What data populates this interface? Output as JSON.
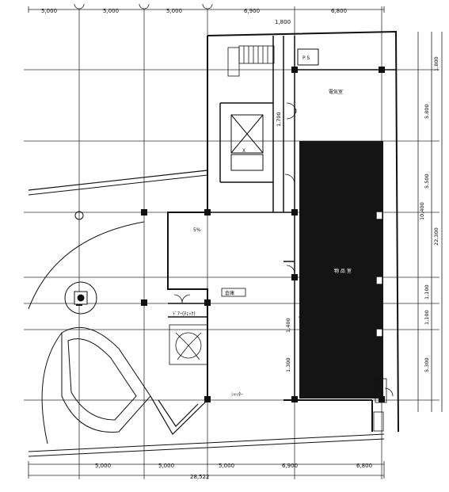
{
  "dimensions": {
    "top": [
      "5,000",
      "5,000",
      "5,000",
      "6,900",
      "6,800"
    ],
    "bottom": [
      "5,000",
      "5,000",
      "5,000",
      "6,900",
      "6,800"
    ],
    "bottom_total": "28,522",
    "top_small": "1,800",
    "right_outer": [
      "1,800",
      "5,800",
      "5,500",
      "1,100",
      "1,100",
      "5,300"
    ],
    "right_inner": [
      "10,400",
      "22,300"
    ],
    "room_vertical": [
      "1,400",
      "1,300",
      "1,700"
    ]
  },
  "labels": {
    "ps": "P S",
    "electric_room": "電気室",
    "elevator": "X",
    "area_small": "5%",
    "hall_label": "倉庫",
    "dark_room_label": "物 品 室",
    "door_label": "ﾄﾞｱｰ(ﾁｪｯｸ)",
    "corridor_label": "ｼｬｯﾀｰ"
  },
  "colors": {
    "ink": "#1a1a1a",
    "dark_fill": "#141414",
    "background": "#ffffff"
  }
}
